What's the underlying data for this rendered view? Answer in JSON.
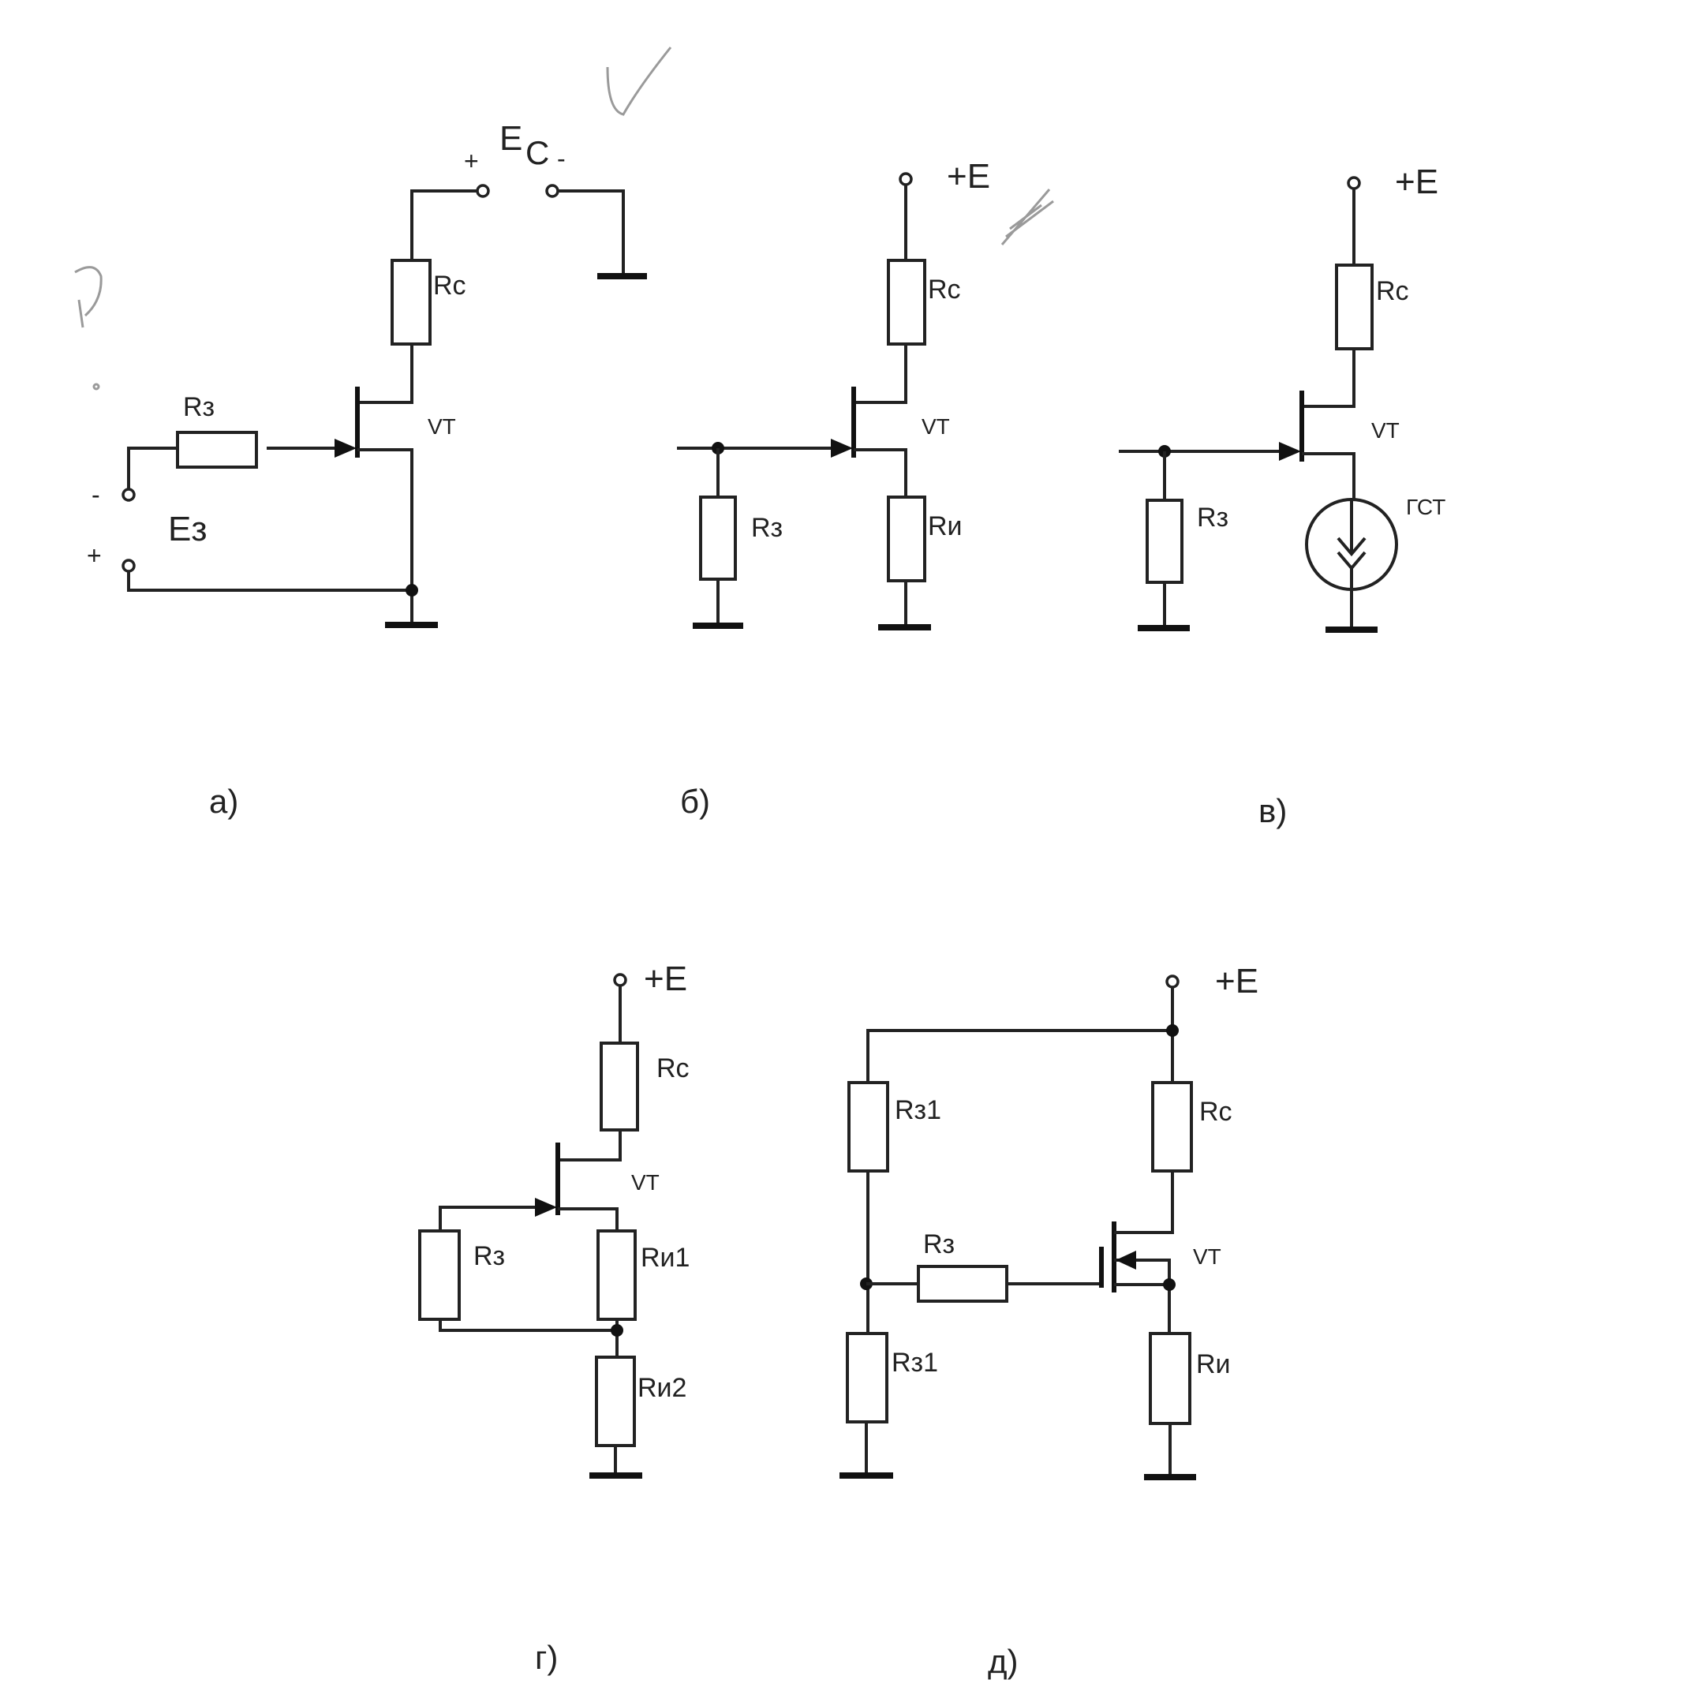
{
  "colors": {
    "ink": "#222222",
    "background": "#ffffff",
    "pencil": "#9a9a9a"
  },
  "circuits": {
    "a": {
      "caption": "а)",
      "rc": "Rc",
      "rz": "Rз",
      "vt": "VT",
      "ec_main": "E",
      "ec_sub": "C",
      "ec_plus": "+",
      "ec_minus": "-",
      "ez": "Eз",
      "ez_minus": "-",
      "ez_plus": "+"
    },
    "b": {
      "caption": "б)",
      "supply": "+E",
      "rc": "Rc",
      "rz": "Rз",
      "ri": "Rи",
      "vt": "VT"
    },
    "v": {
      "caption": "в)",
      "supply": "+E",
      "rc": "Rc",
      "rz": "Rз",
      "vt": "VT",
      "source": "ГСТ"
    },
    "g": {
      "caption": "г)",
      "supply": "+E",
      "rc": "Rc",
      "rz": "Rз",
      "ri1": "Rи1",
      "ri2": "Rи2",
      "vt": "VT"
    },
    "d": {
      "caption": "д)",
      "supply": "+E",
      "rz1_top": "Rз1",
      "rz1_bottom": "Rз1",
      "rz": "Rз",
      "rc": "Rc",
      "ri": "Rи",
      "vt": "VT"
    }
  }
}
